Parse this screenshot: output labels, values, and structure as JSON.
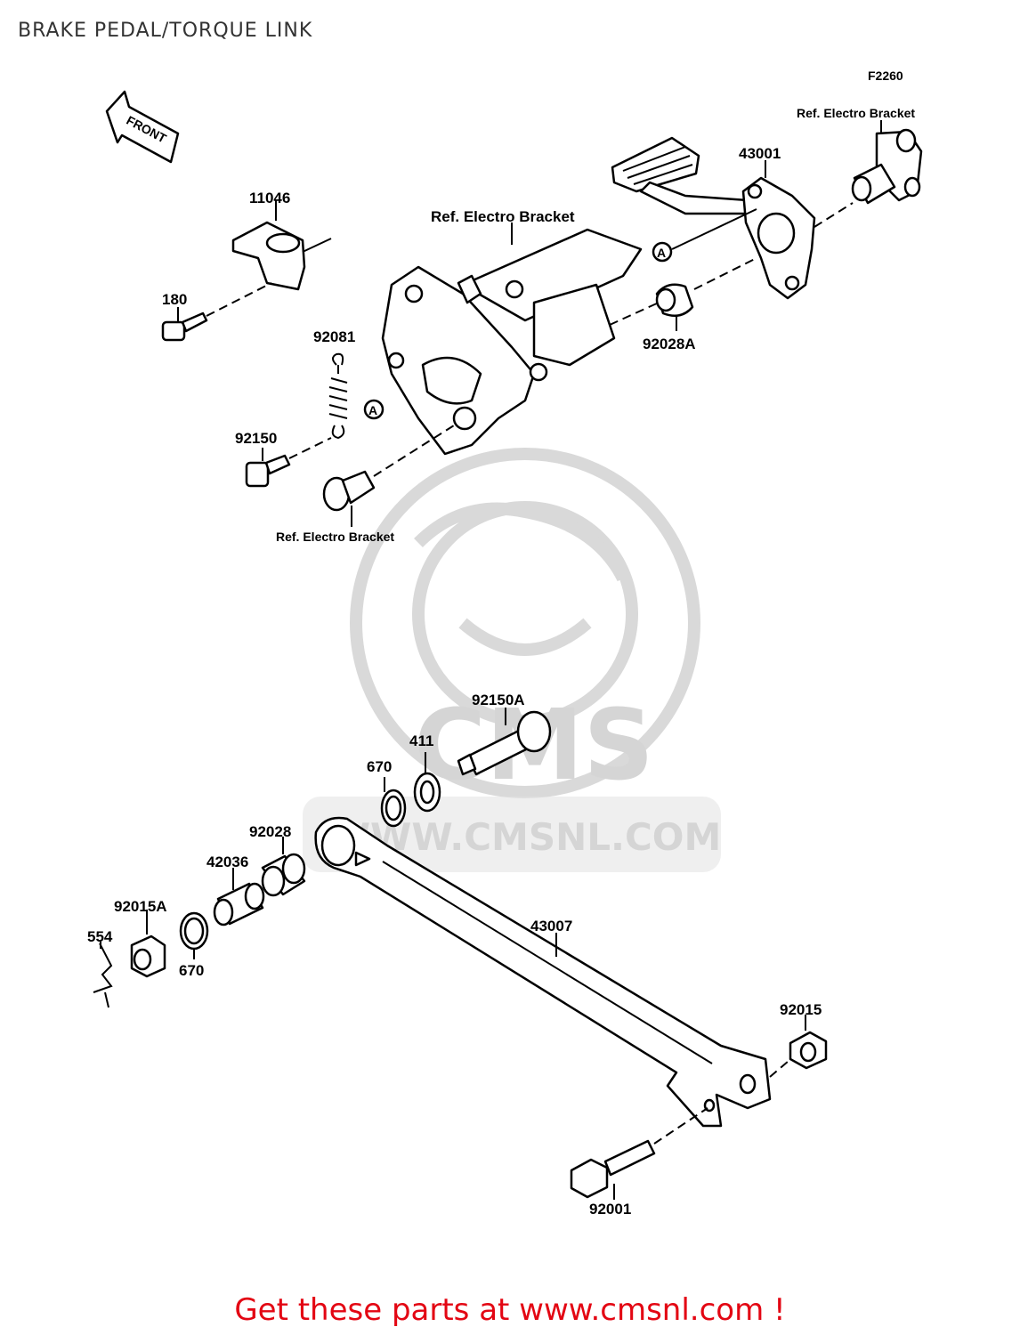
{
  "page": {
    "title": "BRAKE PEDAL/TORQUE LINK",
    "figure_code": "F2260",
    "front_arrow_label": "FRONT",
    "footer": "Get these parts at www.cmsnl.com !"
  },
  "watermark": {
    "logo_text": "CMS",
    "url_text": "WWW.CMSNL.COM"
  },
  "callouts": {
    "ref_electro_bracket_right": "Ref. Electro Bracket",
    "ref_electro_bracket_top": "Ref. Electro Bracket",
    "ref_electro_bracket_bottom": "Ref. Electro Bracket",
    "reference_mark": "A"
  },
  "parts": [
    {
      "id": "p43001",
      "number": "43001"
    },
    {
      "id": "p11046",
      "number": "11046"
    },
    {
      "id": "p180",
      "number": "180"
    },
    {
      "id": "p92081",
      "number": "92081"
    },
    {
      "id": "p92150",
      "number": "92150"
    },
    {
      "id": "p92028A",
      "number": "92028A"
    },
    {
      "id": "p92150A",
      "number": "92150A"
    },
    {
      "id": "p411",
      "number": "411"
    },
    {
      "id": "p670a",
      "number": "670"
    },
    {
      "id": "p92028",
      "number": "92028"
    },
    {
      "id": "p42036",
      "number": "42036"
    },
    {
      "id": "p92015A",
      "number": "92015A"
    },
    {
      "id": "p554",
      "number": "554"
    },
    {
      "id": "p670b",
      "number": "670"
    },
    {
      "id": "p43007",
      "number": "43007"
    },
    {
      "id": "p92015",
      "number": "92015"
    },
    {
      "id": "p92001",
      "number": "92001"
    }
  ]
}
